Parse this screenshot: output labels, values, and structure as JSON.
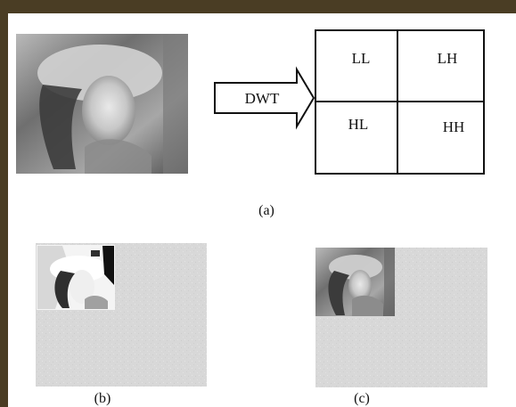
{
  "colors": {
    "frame": "#4a3d24",
    "background": "#ffffff",
    "line": "#111111",
    "noise": "#d8d8d8"
  },
  "diagram": {
    "arrow_label": "DWT",
    "subbands": {
      "ll": "LL",
      "lh": "LH",
      "hl": "HL",
      "hh": "HH"
    },
    "caption_a": "(a)",
    "caption_b": "(b)",
    "caption_c": "(c)"
  },
  "images": {
    "original": "grayscale-portrait-photo",
    "watermarked_b": "high-contrast-portrait-thumbnail",
    "watermarked_c": "grayscale-portrait-thumbnail"
  }
}
